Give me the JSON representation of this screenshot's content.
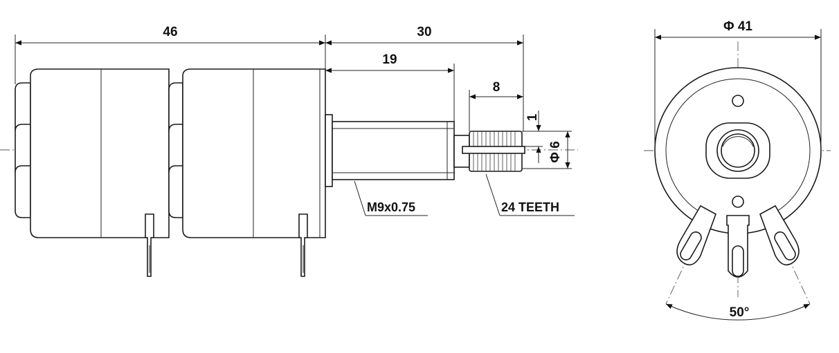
{
  "dimensions": {
    "overall_body": "46",
    "shaft_total": "30",
    "thread_length": "19",
    "spline_length": "8",
    "spline_offset": "1",
    "shaft_diameter": "Φ 6",
    "body_diameter": "Φ 41",
    "pin_angle": "50°"
  },
  "callouts": {
    "thread": "M9x0.75",
    "teeth": "24 TEETH"
  },
  "colors": {
    "line": "#1a1a1a",
    "background": "#ffffff"
  }
}
